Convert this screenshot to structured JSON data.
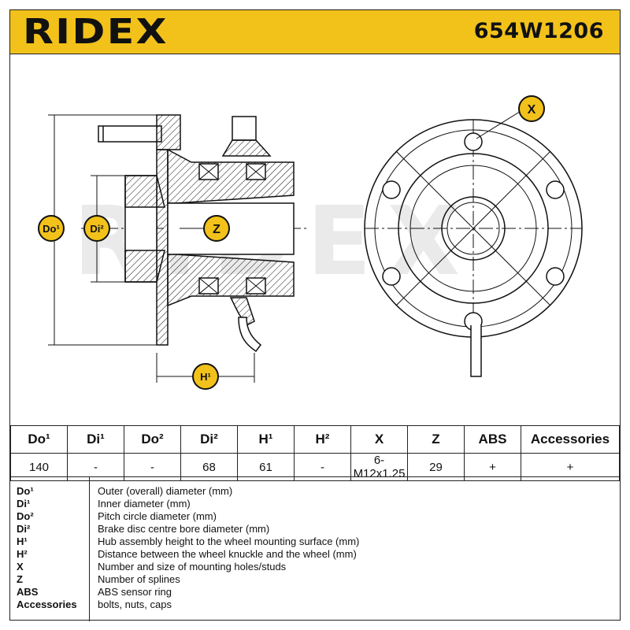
{
  "brand": {
    "name": "RIDEX",
    "part_number": "654W1206",
    "accent_color": "#f2c21b"
  },
  "drawing": {
    "watermark": "RIDEX",
    "callouts": {
      "do1": "Do¹",
      "di2": "Di²",
      "z": "Z",
      "h1": "H¹",
      "x": "X"
    }
  },
  "spec_table": {
    "headers": [
      "Do¹",
      "Di¹",
      "Do²",
      "Di²",
      "H¹",
      "H²",
      "X",
      "Z",
      "ABS",
      "Accessories"
    ],
    "values": [
      "140",
      "-",
      "-",
      "68",
      "61",
      "-",
      "6-M12x1.25",
      "29",
      "+",
      "+"
    ]
  },
  "legend": [
    {
      "key": "Do¹",
      "desc": "Outer (overall) diameter (mm)"
    },
    {
      "key": "Di¹",
      "desc": "Inner diameter (mm)"
    },
    {
      "key": "Do²",
      "desc": "Pitch circle diameter (mm)"
    },
    {
      "key": "Di²",
      "desc": "Brake disc centre bore diameter (mm)"
    },
    {
      "key": "H¹",
      "desc": "Hub assembly height to the wheel mounting surface (mm)"
    },
    {
      "key": "H²",
      "desc": "Distance between the wheel knuckle and the wheel (mm)"
    },
    {
      "key": "X",
      "desc": "Number and size of mounting holes/studs"
    },
    {
      "key": "Z",
      "desc": "Number of splines"
    },
    {
      "key": "ABS",
      "desc": "ABS sensor ring"
    },
    {
      "key": "Accessories",
      "desc": "bolts, nuts, caps"
    }
  ]
}
